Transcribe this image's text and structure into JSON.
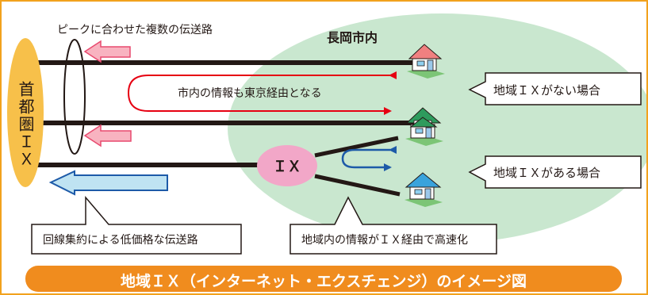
{
  "diagram": {
    "metro_ix_label": "首都圏ＩＸ",
    "city_label": "長岡市内",
    "peak_lines_label": "ピークに合わせた複数の伝送路",
    "route_via_tokyo_label": "市内の情報も東京経由となる",
    "no_local_ix_callout": "地域ＩＸがない場合",
    "with_local_ix_callout": "地域ＩＸがある場合",
    "local_ix_label": "ＩＸ",
    "aggregated_line_callout": "回線集約による低価格な伝送路",
    "fast_local_route_callout": "地域内の情報がＩＸ経由で高速化",
    "title": "地域ＩＸ（インターネット・エクスチェンジ）のイメージ図"
  },
  "colors": {
    "frame": "#f2a21d",
    "metro_ix_fill": "#f7c04a",
    "city_area_fill": "#c9e7cf",
    "local_ix_fill": "#f2a7c8",
    "line": "#231815",
    "pink_arrow": "#f8b3c0",
    "route_arrow": "#e60012",
    "blue_arrow": "#1d5aa8",
    "title_banner": "#f08c1e",
    "title_text": "#ffffff"
  },
  "icons": [
    "house-icon-red-roof",
    "house-icon-green-roof",
    "house-icon-blue-roof"
  ]
}
